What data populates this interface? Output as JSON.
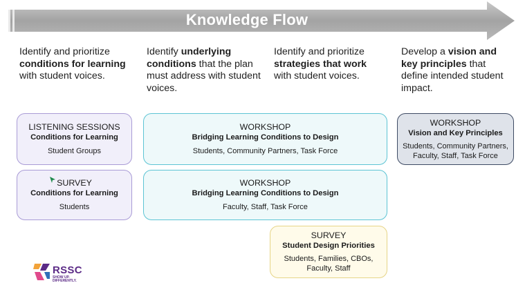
{
  "title": "Knowledge Flow",
  "columns": [
    {
      "segments": [
        [
          "Identify and prioritize ",
          false
        ],
        [
          "conditions for learning",
          true
        ],
        [
          " with student voices.",
          false
        ]
      ]
    },
    {
      "segments": [
        [
          "Identify ",
          false
        ],
        [
          "underlying conditions",
          true
        ],
        [
          " that the plan must address with student voices.",
          false
        ]
      ]
    },
    {
      "segments": [
        [
          "Identify and prioritize ",
          false
        ],
        [
          "strategies that work",
          true
        ],
        [
          " with student voices.",
          false
        ]
      ]
    },
    {
      "segments": [
        [
          "Develop a ",
          false
        ],
        [
          "vision and key principles",
          true
        ],
        [
          " that define intended student impact.",
          false
        ]
      ]
    }
  ],
  "boxes": {
    "listening": {
      "type": "LISTENING SESSIONS",
      "title": "Conditions for Learning",
      "participants": "Student Groups"
    },
    "survey1": {
      "type": "SURVEY",
      "title": "Conditions for Learning",
      "participants": "Students"
    },
    "workshop1": {
      "type": "WORKSHOP",
      "title": "Bridging Learning Conditions to Design",
      "participants": "Students, Community Partners, Task Force"
    },
    "workshop2": {
      "type": "WORKSHOP",
      "title": "Bridging Learning Conditions to Design",
      "participants": "Faculty, Staff, Task Force"
    },
    "survey2": {
      "type": "SURVEY",
      "title": "Student Design Priorities",
      "participants": "Students, Families, CBOs, Faculty, Staff"
    },
    "vision": {
      "type": "WORKSHOP",
      "title": "Vision and Key Principles",
      "participants": "Students, Community Partners, Faculty, Staff, Task Force"
    }
  },
  "logo": {
    "name": "RSSC",
    "tagline_1": "SHOW UP.",
    "tagline_2": "DIFFERENTLY."
  },
  "colors": {
    "arrow": "#a7a7a7",
    "purple_border": "#a99bd6",
    "teal_border": "#5cc4d4",
    "gold_border": "#e6d486",
    "slate_border": "#3d4a63",
    "logo": "#5b2a86"
  }
}
